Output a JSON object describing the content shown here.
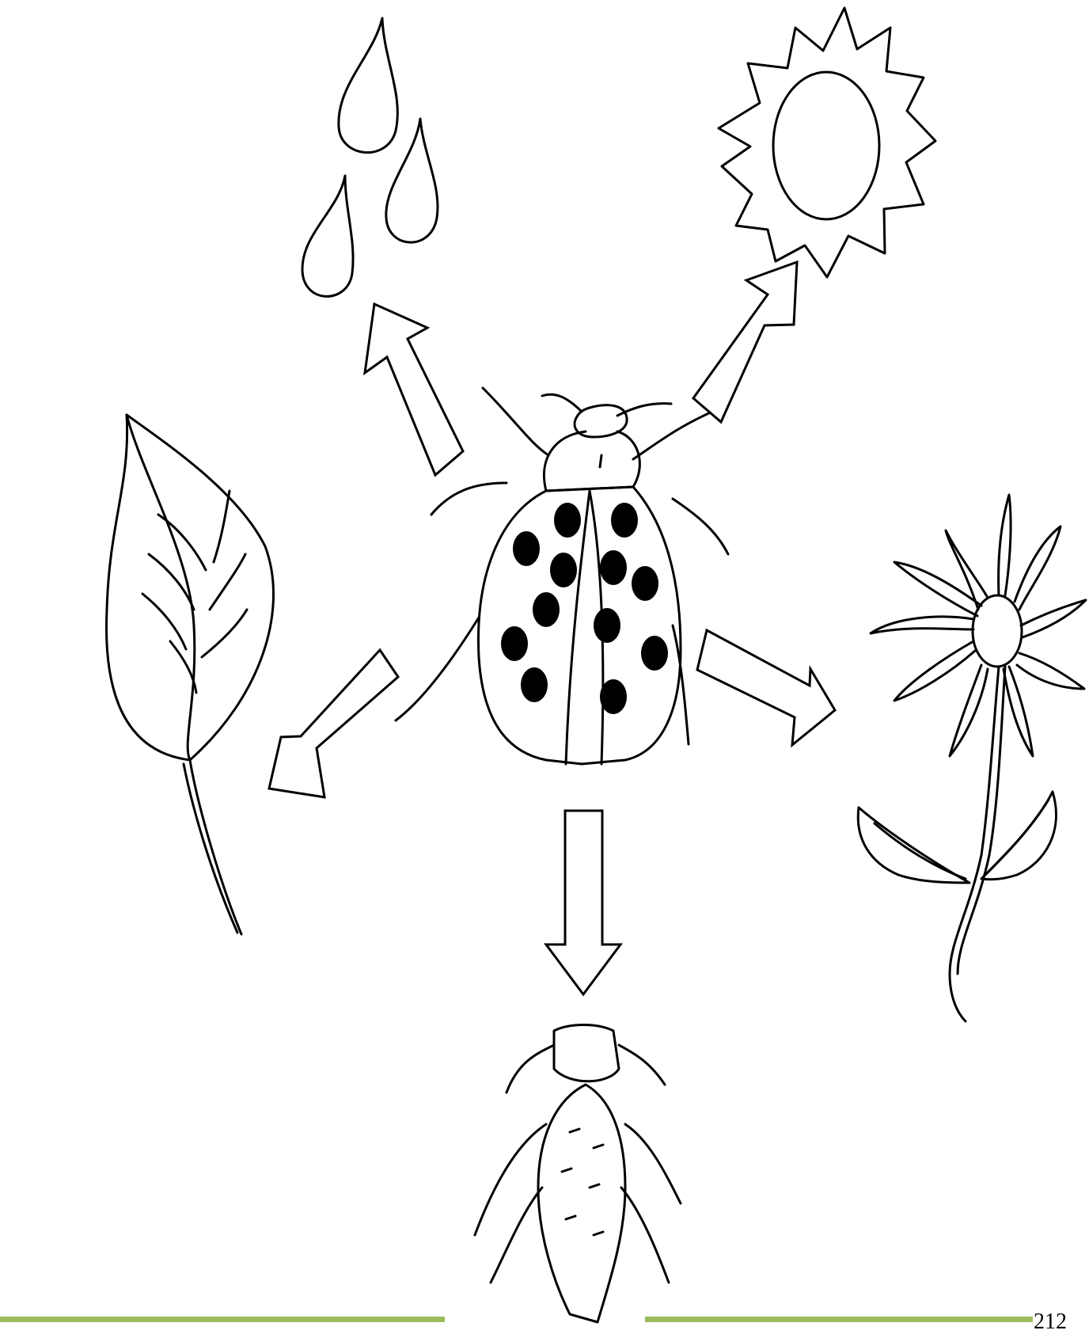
{
  "page": {
    "number": "212"
  },
  "diagram": {
    "center": {
      "icon": "ladybug-icon"
    },
    "connections": [
      {
        "to": "water-drops-icon",
        "direction": "outward"
      },
      {
        "to": "sun-icon",
        "direction": "outward"
      },
      {
        "to": "leaf-icon",
        "direction": "outward"
      },
      {
        "to": "flower-icon",
        "direction": "outward"
      },
      {
        "to": "aphid-icon",
        "direction": "outward"
      }
    ]
  },
  "colors": {
    "line": "#000000",
    "footer_bar": "#9bbb59",
    "background": "#ffffff"
  }
}
